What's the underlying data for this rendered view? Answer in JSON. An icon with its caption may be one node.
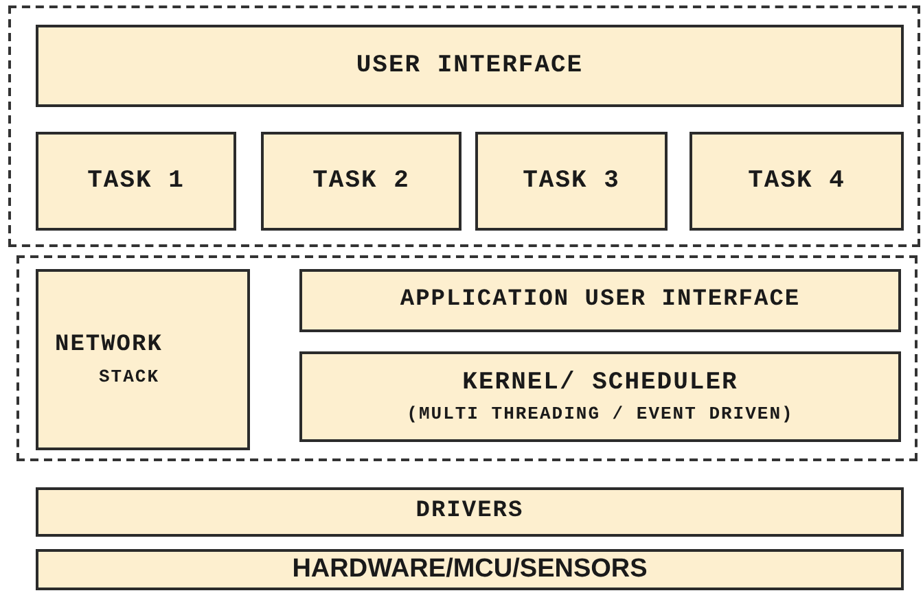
{
  "diagram": {
    "nodes": [
      {
        "text": [],
        "shape": "box"
      },
      {
        "text": [
          "USER INTERFACE"
        ],
        "in": 0
      },
      {
        "text": [
          "TASK 1"
        ],
        "in": 0
      },
      {
        "text": [
          "TASK 2"
        ],
        "in": 0
      },
      {
        "text": [
          "TASK 3"
        ],
        "in": 0
      },
      {
        "text": [
          "TASK 4"
        ],
        "in": 0
      },
      {
        "text": [],
        "shape": "box"
      },
      {
        "text": [
          "NETWORK",
          "STACK"
        ],
        "in": 6
      },
      {
        "text": [
          "APPLICATION USER INTERFACE"
        ],
        "in": 6
      },
      {
        "text": [
          "KERNEL/ SCHEDULER",
          "(MULTI THREADING / EVENT DRIVEN)"
        ],
        "in": 6
      },
      {
        "text": [
          "DRIVERS"
        ]
      },
      {
        "text": [
          "HARDWARE/MCU/SENSORS"
        ]
      }
    ],
    "edges": []
  }
}
